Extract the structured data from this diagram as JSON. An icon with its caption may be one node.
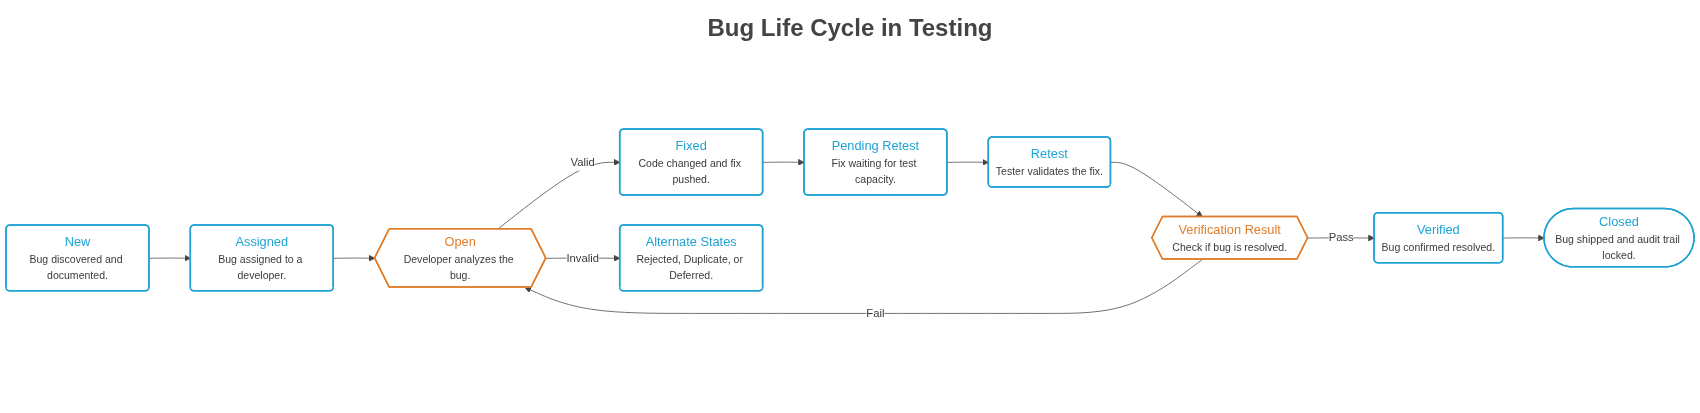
{
  "diagram": {
    "title": "Bug Life Cycle in Testing",
    "nodes": [
      {
        "text": [
          "New",
          "Bug discovered and documented."
        ]
      },
      {
        "text": [
          "Assigned",
          "Bug assigned to a developer."
        ]
      },
      {
        "text": [
          "Open",
          "Developer analyzes the bug."
        ]
      },
      {
        "text": [
          "Fixed",
          "Code changed and fix pushed."
        ]
      },
      {
        "text": [
          "Pending Retest",
          "Fix waiting for test capacity."
        ]
      },
      {
        "text": [
          "Retest",
          "Tester validates the fix."
        ]
      },
      {
        "text": [
          "Verification Result",
          "Check if bug is resolved."
        ]
      },
      {
        "text": [
          "Verified",
          "Bug confirmed resolved."
        ]
      },
      {
        "text": [
          "Closed",
          "Bug shipped and audit trail locked."
        ]
      },
      {
        "text": [
          "Alternate States",
          "Rejected, Duplicate, or Deferred."
        ]
      }
    ],
    "edges": [
      {
        "from": 0,
        "to": 1,
        "arrow": "to"
      },
      {
        "from": 1,
        "to": 2,
        "arrow": "to"
      },
      {
        "from": 2,
        "to": 3,
        "arrow": "to",
        "label": "Valid"
      },
      {
        "from": 3,
        "to": 4,
        "arrow": "to"
      },
      {
        "from": 4,
        "to": 5,
        "arrow": "to"
      },
      {
        "from": 5,
        "to": 6,
        "arrow": "to"
      },
      {
        "from": 6,
        "to": 7,
        "arrow": "to",
        "label": "Pass"
      },
      {
        "from": 7,
        "to": 8,
        "arrow": "to"
      },
      {
        "from": 2,
        "to": 9,
        "arrow": "to",
        "label": "Invalid"
      },
      {
        "from": 6,
        "to": 2,
        "arrow": "to",
        "label": "Fail"
      }
    ]
  }
}
